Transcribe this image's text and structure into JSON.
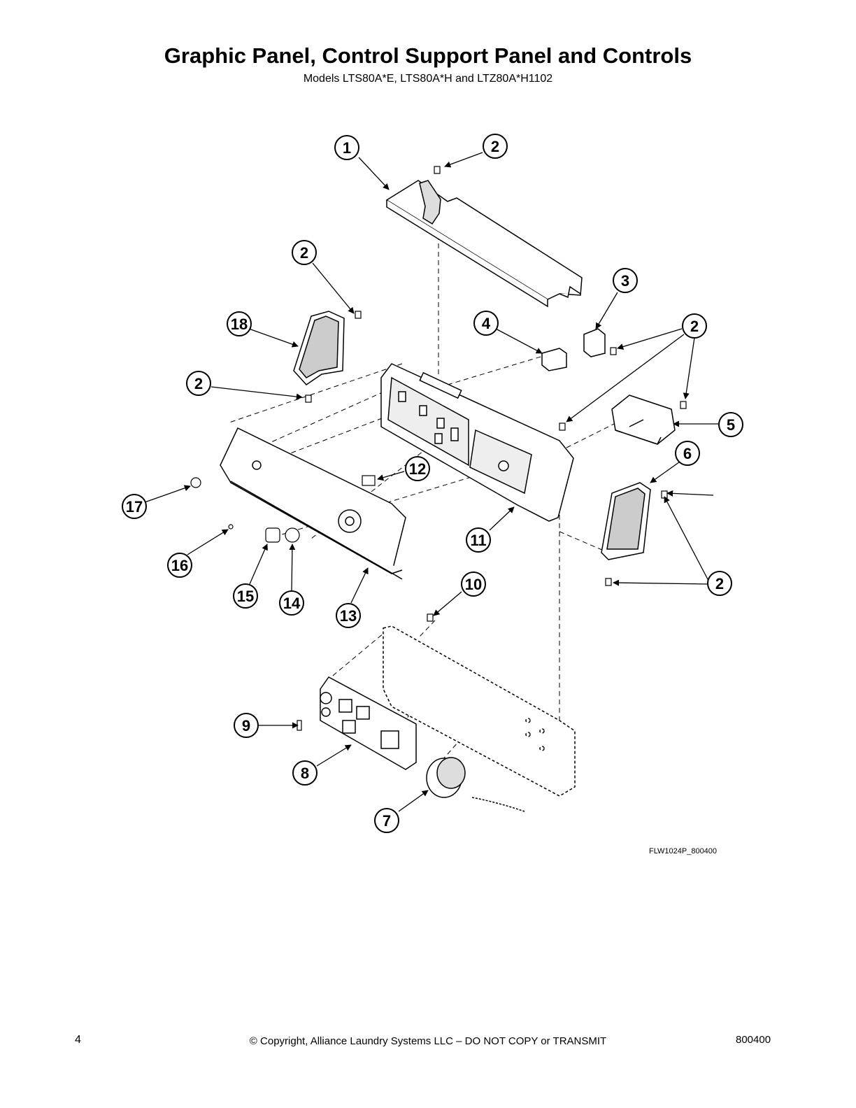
{
  "header": {
    "title": "Graphic Panel, Control Support Panel and Controls",
    "subtitle": "Models LTS80A*E, LTS80A*H and LTZ80A*H1102"
  },
  "callouts": [
    "1",
    "2",
    "2",
    "2",
    "3",
    "2",
    "4",
    "18",
    "5",
    "6",
    "12",
    "17",
    "11",
    "16",
    "15",
    "14",
    "13",
    "10",
    "2",
    "9",
    "8",
    "7"
  ],
  "figure_code": "FLW1024P_800400",
  "footer": {
    "page_number": "4",
    "copyright": "© Copyright, Alliance Laundry Systems LLC – DO NOT COPY or TRANSMIT",
    "doc_number": "800400"
  }
}
